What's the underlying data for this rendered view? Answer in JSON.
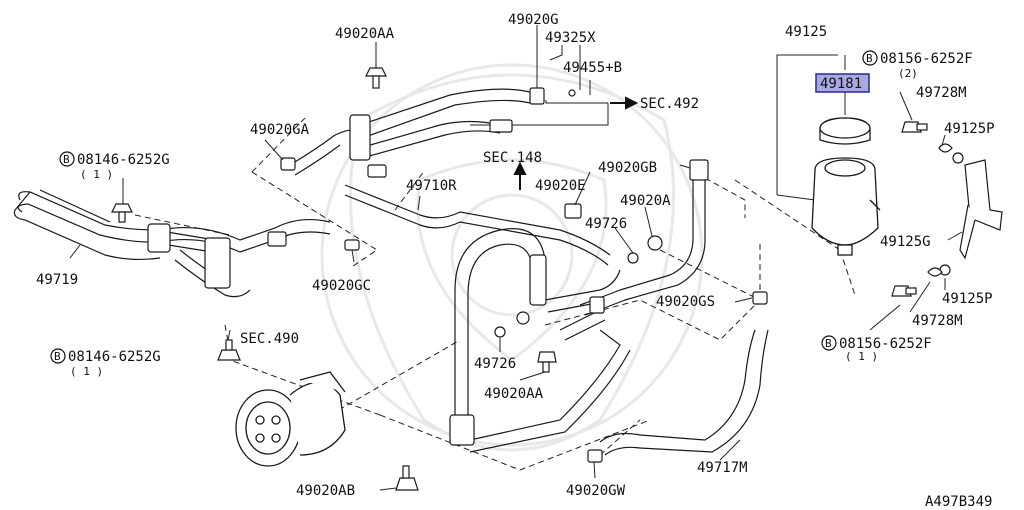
{
  "labels": {
    "p49020AA_top": "49020AA",
    "p49020G": "49020G",
    "p49325X": "49325X",
    "p49455B": "49455+B",
    "sec492": "SEC.492",
    "p49020GA": "49020GA",
    "b08146_1": "08146-6252G",
    "b08146_1_qty": "( 1 )",
    "sec148": "SEC.148",
    "p49020GB": "49020GB",
    "p49710R": "49710R",
    "p49020E": "49020E",
    "p49020A": "49020A",
    "p49726_top": "49726",
    "p49719": "49719",
    "p49020GC": "49020GC",
    "p49020GS": "49020GS",
    "sec490": "SEC.490",
    "b08146_2": "08146-6252G",
    "b08146_2_qty": "( 1 )",
    "p49726_bot": "49726",
    "p49020AA_bot": "49020AA",
    "p49717M": "49717M",
    "p49020AB": "49020AB",
    "p49020GW": "49020GW",
    "p49125": "49125",
    "p49181": "49181",
    "b08156_top": "08156-6252F",
    "b08156_top_qty": "(2)",
    "p49728M_top": "49728M",
    "p49125P_top": "49125P",
    "p49125G": "49125G",
    "p49125P_bot": "49125P",
    "p49728M_bot": "49728M",
    "b08156_bot": "08156-6252F",
    "b08156_bot_qty": "( 1 )",
    "bolt_symbol": "B",
    "figure_code": "A497B349"
  },
  "colors": {
    "line": "#1a1a1a",
    "highlight_fill": "#a9a9e0",
    "highlight_stroke": "#2a2a8a",
    "watermark": "#e6e6e6"
  },
  "icons": [
    "bolt-b-circle-icon",
    "arrow-right-icon",
    "arrow-up-icon"
  ]
}
